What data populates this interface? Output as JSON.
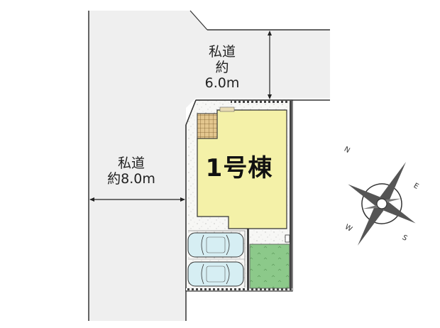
{
  "site_plan": {
    "roads": [
      {
        "id": "north-road",
        "label_line1": "私道",
        "label_line2": "約6.0m",
        "width_m": 6.0,
        "direction": "vertical-arrow"
      },
      {
        "id": "west-road",
        "label_line1": "私道",
        "label_line2": "約8.0m",
        "width_m": 8.0,
        "direction": "horizontal-arrow"
      }
    ],
    "building": {
      "label": "1号棟",
      "color": "#f4f1a8"
    },
    "parking": {
      "spaces": 2,
      "car_color": "#d6eef3"
    },
    "garden": {
      "color": "#8cc98a"
    },
    "colors": {
      "road": "#efefef",
      "lot": "#f6f6f4",
      "building": "#f4f1a8",
      "deck": "#d9b97a",
      "garden": "#8cc98a",
      "line": "#333333"
    }
  },
  "compass": {
    "N": "N",
    "E": "E",
    "S": "S",
    "W": "W"
  }
}
